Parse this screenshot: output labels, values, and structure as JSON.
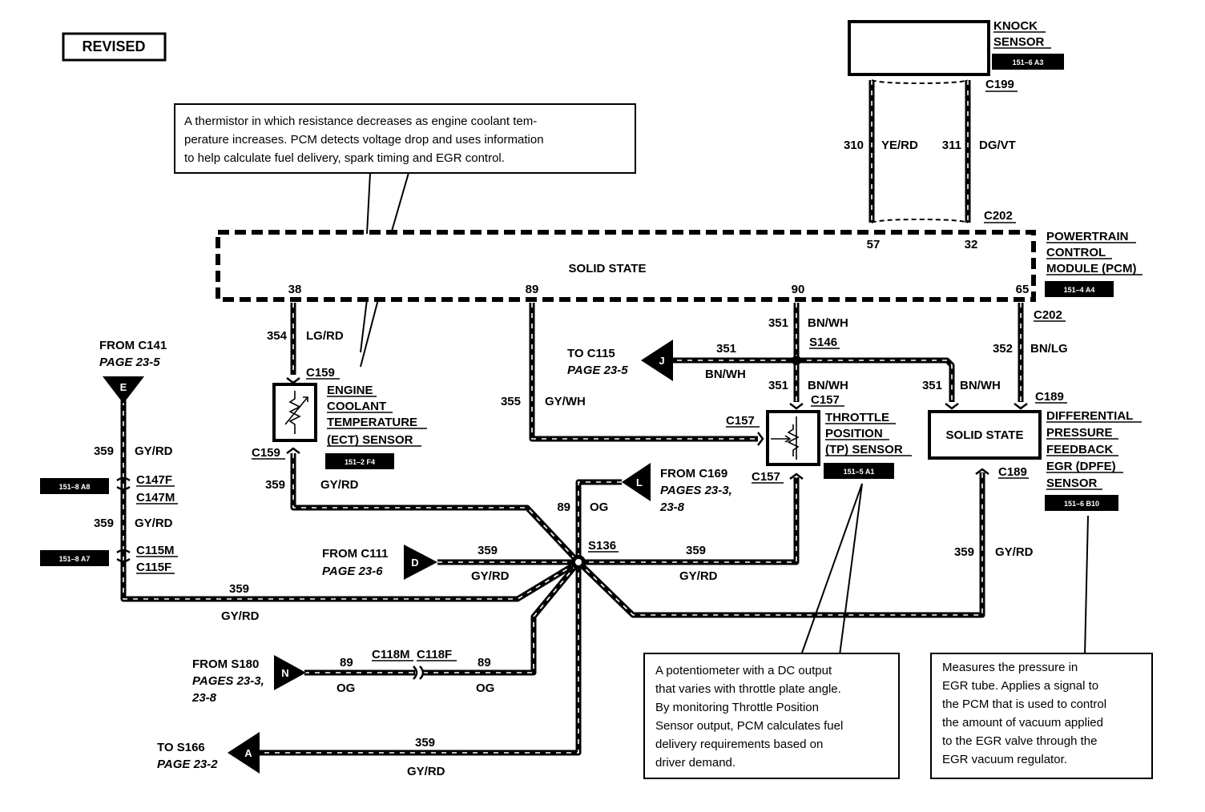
{
  "revised": "REVISED",
  "knock_sensor": {
    "name_line1": "KNOCK",
    "name_line2": "SENSOR",
    "ref": "151–6 A3"
  },
  "connectors": {
    "c199": "C199",
    "c202_top": "C202",
    "c202_right": "C202",
    "c159_top": "C159",
    "c159_bottom": "C159",
    "c157_top": "C157",
    "c157_left": "C157",
    "c157_bottom": "C157",
    "c189_top": "C189",
    "c189_bottom": "C189",
    "c147f": "C147F",
    "c147m": "C147M",
    "c115m": "C115M",
    "c115f": "C115F",
    "c118m": "C118M",
    "c118f": "C118F"
  },
  "pcm": {
    "center_label": "SOLID STATE",
    "name_lines": [
      "POWERTRAIN",
      "CONTROL",
      "MODULE (PCM)"
    ],
    "ref": "151–4 A4",
    "pins": {
      "p57": "57",
      "p32": "32",
      "p38": "38",
      "p89": "89",
      "p90": "90",
      "p65": "65"
    }
  },
  "wires": {
    "w310": {
      "circuit": "310",
      "color": "YE/RD"
    },
    "w311": {
      "circuit": "311",
      "color": "DG/VT"
    },
    "w354": {
      "circuit": "354",
      "color": "LG/RD"
    },
    "w355": {
      "circuit": "355",
      "color": "GY/WH"
    },
    "w351_up": {
      "circuit": "351",
      "color": "BN/WH"
    },
    "w351_j": {
      "circuit": "351",
      "color": "BN/WH"
    },
    "w351_down": {
      "circuit": "351",
      "color": "BN/WH"
    },
    "w351_right": {
      "circuit": "351",
      "color": "BN/WH"
    },
    "w352": {
      "circuit": "352",
      "color": "BN/LG"
    },
    "w359_ect": {
      "circuit": "359",
      "color": "GY/RD"
    },
    "w359_e1": {
      "circuit": "359",
      "color": "GY/RD"
    },
    "w359_e2": {
      "circuit": "359",
      "color": "GY/RD"
    },
    "w359_bottom_left": {
      "circuit": "359",
      "color": "GY/RD"
    },
    "w359_d": {
      "circuit": "359",
      "color": "GY/RD"
    },
    "w359_tp": {
      "circuit": "359",
      "color": "GY/RD"
    },
    "w359_dpfe": {
      "circuit": "359",
      "color": "GY/RD"
    },
    "w359_a": {
      "circuit": "359",
      "color": "GY/RD"
    },
    "w89_l": {
      "circuit": "89",
      "color": "OG"
    },
    "w89_n_left": {
      "circuit": "89",
      "color": "OG"
    },
    "w89_n_right": {
      "circuit": "89",
      "color": "OG"
    }
  },
  "splices": {
    "s146": "S146",
    "s136": "S136"
  },
  "ect_sensor": {
    "name_lines": [
      "ENGINE",
      "COOLANT",
      "TEMPERATURE",
      "(ECT) SENSOR"
    ],
    "ref": "151–2 F4"
  },
  "tp_sensor": {
    "name_lines": [
      "THROTTLE",
      "POSITION",
      "(TP) SENSOR"
    ],
    "ref": "151–5 A1"
  },
  "dpfe_sensor": {
    "box_label": "SOLID STATE",
    "name_lines": [
      "DIFFERENTIAL",
      "PRESSURE",
      "FEEDBACK",
      "EGR (DPFE)",
      "SENSOR"
    ],
    "ref": "151–6 B10"
  },
  "left_refs": {
    "r1": "151–8 A8",
    "r2": "151–8 A7"
  },
  "arrows": {
    "e": {
      "letter": "E",
      "line1": "FROM C141",
      "line2": "PAGE 23-5"
    },
    "j": {
      "letter": "J",
      "line1": "TO  C115",
      "line2": "PAGE  23-5"
    },
    "l": {
      "letter": "L",
      "line1": "FROM C169",
      "line2": "PAGES 23-3,",
      "line3": "23-8"
    },
    "d": {
      "letter": "D",
      "line1": "FROM C111",
      "line2": "PAGE 23-6"
    },
    "n": {
      "letter": "N",
      "line1": "FROM S180",
      "line2": "PAGES 23-3,",
      "line3": "23-8"
    },
    "a": {
      "letter": "A",
      "line1": "TO S166",
      "line2": "PAGE 23-2"
    }
  },
  "notes": {
    "ect": [
      "A thermistor in which resistance decreases as engine coolant tem-",
      "perature increases. PCM detects voltage drop and uses information",
      "to help calculate fuel delivery, spark timing and EGR control."
    ],
    "tp": [
      "A potentiometer with a DC output",
      "that varies with throttle plate angle.",
      "By monitoring Throttle Position",
      "Sensor output, PCM calculates fuel",
      "delivery requirements based on",
      "driver demand."
    ],
    "dpfe": [
      "Measures the pressure in",
      "EGR tube. Applies a signal to",
      "the PCM that is used to control",
      "the amount of vacuum applied",
      "to the EGR valve through the",
      "EGR vacuum regulator."
    ]
  }
}
